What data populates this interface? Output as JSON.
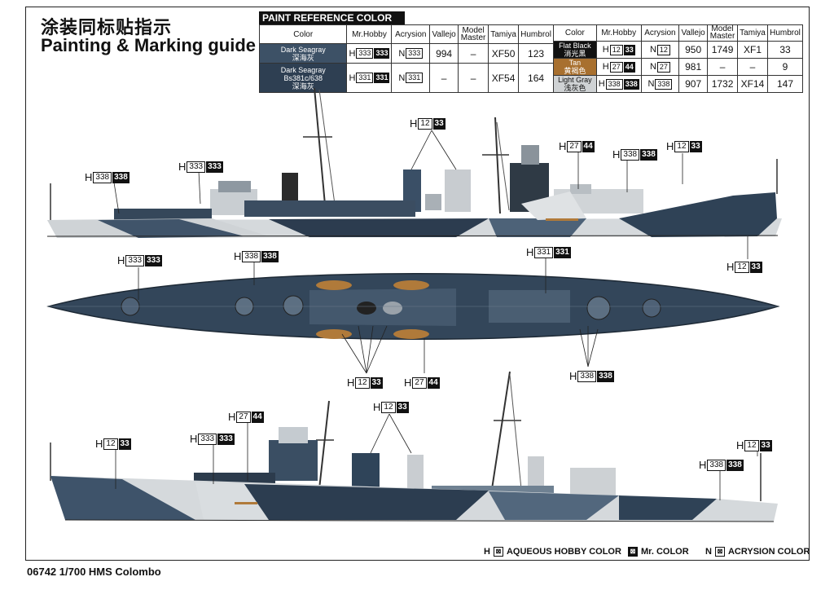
{
  "header": {
    "title_cn": "涂装同标贴指示",
    "title_en": "Painting & Marking guide"
  },
  "paint_table": {
    "heading": "PAINT REFERENCE COLOR",
    "columns": [
      "Color",
      "Mr.Hobby",
      "Acrysion",
      "Vallejo",
      "Model Master",
      "Tamiya",
      "Humbrol"
    ],
    "left": [
      {
        "color": "Dark Seagray",
        "color_cn": "深海灰",
        "swatch": "#3d5166",
        "h": "333",
        "hk": "333",
        "n": "333",
        "vallejo": "994",
        "model": "–",
        "tamiya": "XF50",
        "humbrol": "123"
      },
      {
        "color": "Dark Seagray Bs381c/638",
        "color_cn": "深海灰",
        "swatch": "#2e3f52",
        "h": "331",
        "hk": "331",
        "n": "331",
        "vallejo": "–",
        "model": "–",
        "tamiya": "XF54",
        "humbrol": "164"
      }
    ],
    "right": [
      {
        "color": "Flat Black",
        "color_cn": "消光黑",
        "swatch": "#111111",
        "fg": "#ffffff",
        "h": "12",
        "hk": "33",
        "n": "12",
        "vallejo": "950",
        "model": "1749",
        "tamiya": "XF1",
        "humbrol": "33"
      },
      {
        "color": "Tan",
        "color_cn": "黄褐色",
        "swatch": "#a8702f",
        "fg": "#ffffff",
        "h": "27",
        "hk": "44",
        "n": "27",
        "vallejo": "981",
        "model": "–",
        "tamiya": "–",
        "humbrol": "9"
      },
      {
        "color": "Light Gray",
        "color_cn": "浅灰色",
        "swatch": "#cfd2d4",
        "fg": "#111111",
        "h": "338",
        "hk": "338",
        "n": "338",
        "vallejo": "907",
        "model": "1732",
        "tamiya": "XF14",
        "humbrol": "147"
      }
    ]
  },
  "callouts": [
    {
      "prefix": "H",
      "code": "338",
      "kcode": "338"
    },
    {
      "prefix": "H",
      "code": "333",
      "kcode": "333"
    },
    {
      "prefix": "H",
      "code": "12",
      "kcode": "33"
    },
    {
      "prefix": "H",
      "code": "27",
      "kcode": "44"
    },
    {
      "prefix": "H",
      "code": "338",
      "kcode": "338"
    },
    {
      "prefix": "H",
      "code": "12",
      "kcode": "33"
    },
    {
      "prefix": "H",
      "code": "333",
      "kcode": "333"
    },
    {
      "prefix": "H",
      "code": "338",
      "kcode": "338"
    },
    {
      "prefix": "H",
      "code": "331",
      "kcode": "331"
    },
    {
      "prefix": "H",
      "code": "12",
      "kcode": "33"
    },
    {
      "prefix": "H",
      "code": "12",
      "kcode": "33"
    },
    {
      "prefix": "H",
      "code": "27",
      "kcode": "44"
    },
    {
      "prefix": "H",
      "code": "338",
      "kcode": "338"
    },
    {
      "prefix": "H",
      "code": "12",
      "kcode": "33"
    },
    {
      "prefix": "H",
      "code": "27",
      "kcode": "44"
    },
    {
      "prefix": "H",
      "code": "333",
      "kcode": "333"
    },
    {
      "prefix": "H",
      "code": "12",
      "kcode": "33"
    },
    {
      "prefix": "H",
      "code": "12",
      "kcode": "33"
    },
    {
      "prefix": "H",
      "code": "338",
      "kcode": "338"
    }
  ],
  "legend": {
    "h_label": "AQUEOUS HOBBY COLOR",
    "mr_label": "Mr. COLOR",
    "n_label": "ACRYSION COLOR",
    "h_prefix": "H",
    "n_prefix": "N"
  },
  "footer": {
    "text": "06742 1/700 HMS Colombo"
  },
  "colors": {
    "dark": "#2f4256",
    "mid": "#4c6178",
    "light": "#d7dbde",
    "black": "#111111",
    "tan": "#b07a3a"
  }
}
